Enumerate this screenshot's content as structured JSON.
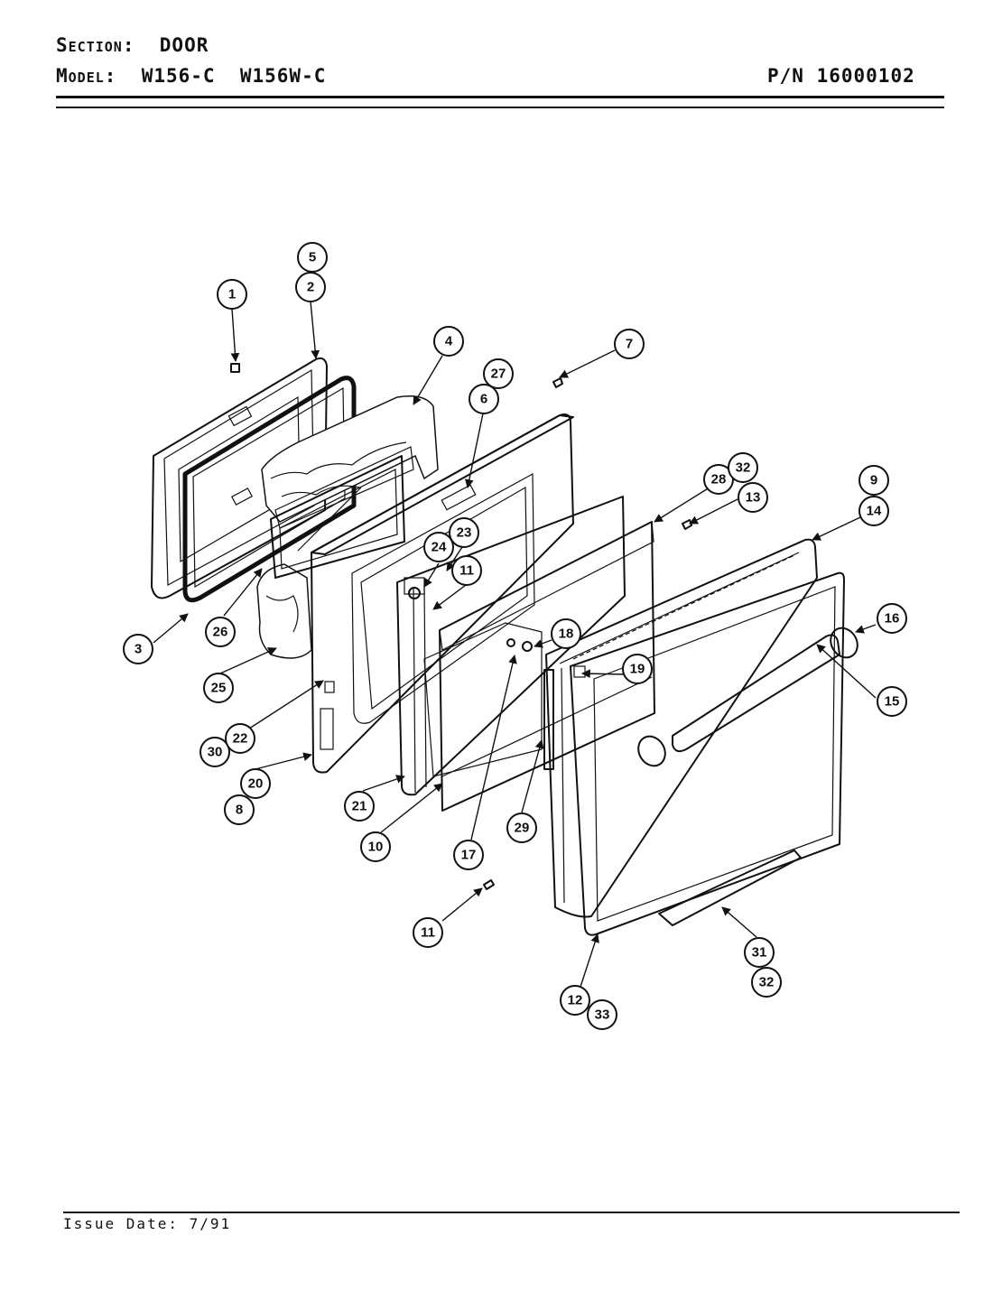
{
  "header": {
    "section_label": "Section:",
    "section_value": "DOOR",
    "model_label": "Model:",
    "model_value": "W156-C  W156W-C",
    "pn_label": "P/N",
    "pn_value": "16000102"
  },
  "footer": {
    "issue_label": "Issue Date:",
    "issue_value": "7/91"
  },
  "callouts": [
    "1",
    "2",
    "5",
    "3",
    "4",
    "27",
    "6",
    "7",
    "26",
    "25",
    "23",
    "24",
    "11",
    "28",
    "32",
    "13",
    "9",
    "14",
    "16",
    "18",
    "19",
    "15",
    "30",
    "22",
    "20",
    "8",
    "21",
    "10",
    "17",
    "29",
    "11",
    "31",
    "32",
    "12",
    "33"
  ]
}
